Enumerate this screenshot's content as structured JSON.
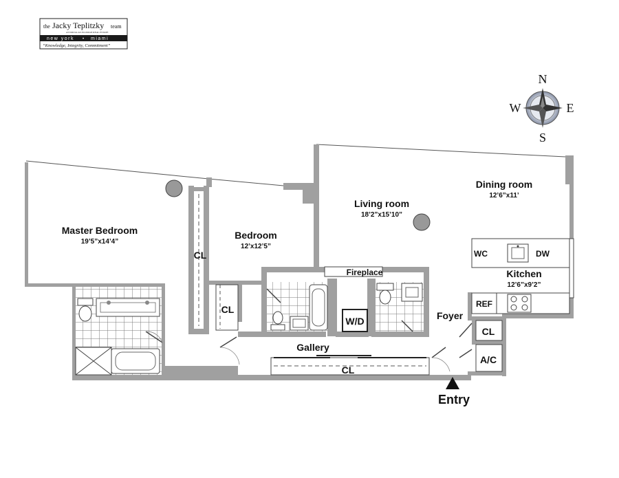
{
  "logo": {
    "prefix": "the",
    "name": "Jacky Teplitzky",
    "suffix": "team",
    "affiliation": "AT DOUGLAS ELLIMAN REAL ESTATE",
    "city1": "new york",
    "city2": "miami",
    "tagline": "“Knowledge, Integrity, Commitment”"
  },
  "compass": {
    "n": "N",
    "s": "S",
    "e": "E",
    "w": "W"
  },
  "rooms": {
    "master_bedroom": {
      "name": "Master Bedroom",
      "dims": "19’5”x14’4”"
    },
    "bedroom": {
      "name": "Bedroom",
      "dims": "12’x12’5”"
    },
    "living_room": {
      "name": "Living room",
      "dims": "18’2”x15’10”"
    },
    "dining_room": {
      "name": "Dining room",
      "dims": "12’6”x11’"
    },
    "kitchen": {
      "name": "Kitchen",
      "dims": "12’6”x9’2”"
    }
  },
  "labels": {
    "cl_master": "CL",
    "cl_bedroom": "CL",
    "cl_gallery": "CL",
    "cl_foyer": "CL",
    "ac": "A/C",
    "wd": "W/D",
    "fireplace": "Fireplace",
    "gallery": "Gallery",
    "foyer": "Foyer",
    "wc": "WC",
    "dw": "DW",
    "ref": "REF",
    "entry": "Entry"
  }
}
